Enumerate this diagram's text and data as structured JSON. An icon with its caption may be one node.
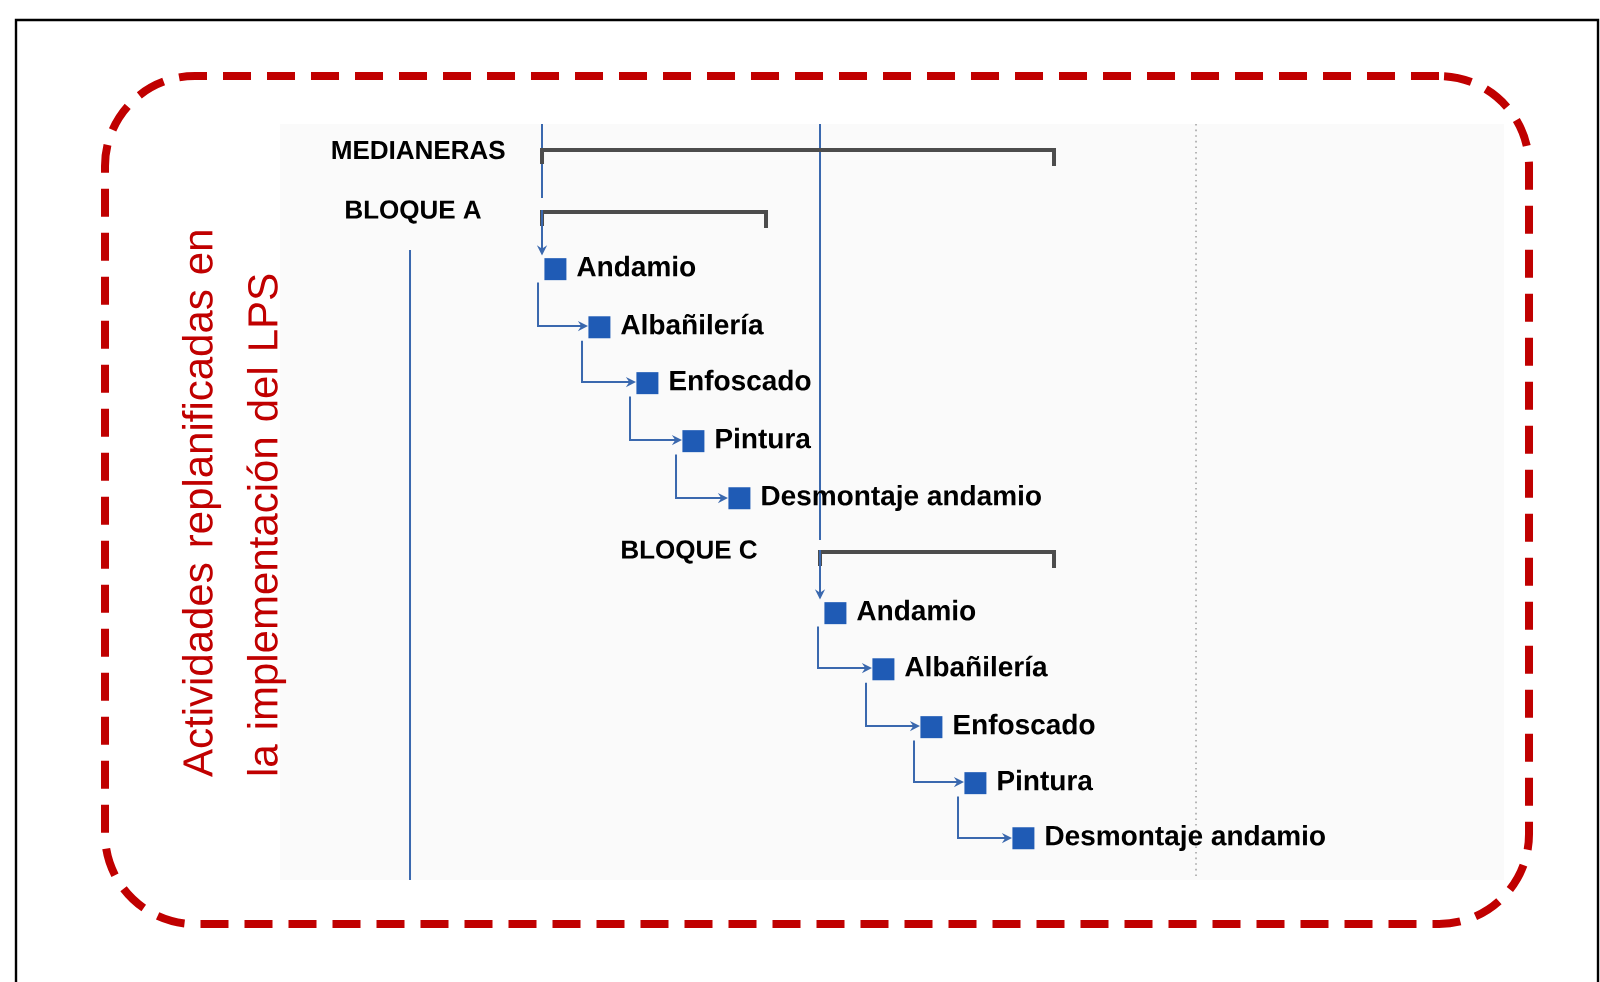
{
  "diagram": {
    "nodes": [
      {
        "text": [
          "Actividades replanificadas en la implementación del LPS"
        ]
      },
      {
        "text": [
          "MEDIANERAS"
        ],
        "in": 0
      },
      {
        "text": [
          "BLOQUE A"
        ],
        "in": 0
      },
      {
        "text": [
          "Andamio"
        ],
        "in": 0
      },
      {
        "text": [
          "Albañilería"
        ],
        "in": 0
      },
      {
        "text": [
          "Enfoscado"
        ],
        "in": 0
      },
      {
        "text": [
          "Pintura"
        ],
        "in": 0
      },
      {
        "text": [
          "Desmontaje andamio"
        ],
        "in": 0
      },
      {
        "text": [
          "BLOQUE C"
        ],
        "in": 0
      },
      {
        "text": [
          "Andamio"
        ],
        "in": 0
      },
      {
        "text": [
          "Albañilería"
        ],
        "in": 0
      },
      {
        "text": [
          "Enfoscado"
        ],
        "in": 0
      },
      {
        "text": [
          "Pintura"
        ],
        "in": 0
      },
      {
        "text": [
          "Desmontaje andamio"
        ],
        "in": 0
      }
    ],
    "edges": [
      {
        "from": 2,
        "to": 3,
        "arrow": "to"
      },
      {
        "from": 3,
        "to": 4,
        "arrow": "to"
      },
      {
        "from": 4,
        "to": 5,
        "arrow": "to"
      },
      {
        "from": 5,
        "to": 6,
        "arrow": "to"
      },
      {
        "from": 6,
        "to": 7,
        "arrow": "to"
      },
      {
        "from": 8,
        "to": 9,
        "arrow": "to"
      },
      {
        "from": 9,
        "to": 10,
        "arrow": "to"
      },
      {
        "from": 10,
        "to": 11,
        "arrow": "to"
      },
      {
        "from": 11,
        "to": 12,
        "arrow": "to"
      },
      {
        "from": 12,
        "to": 13,
        "arrow": "to"
      }
    ]
  }
}
